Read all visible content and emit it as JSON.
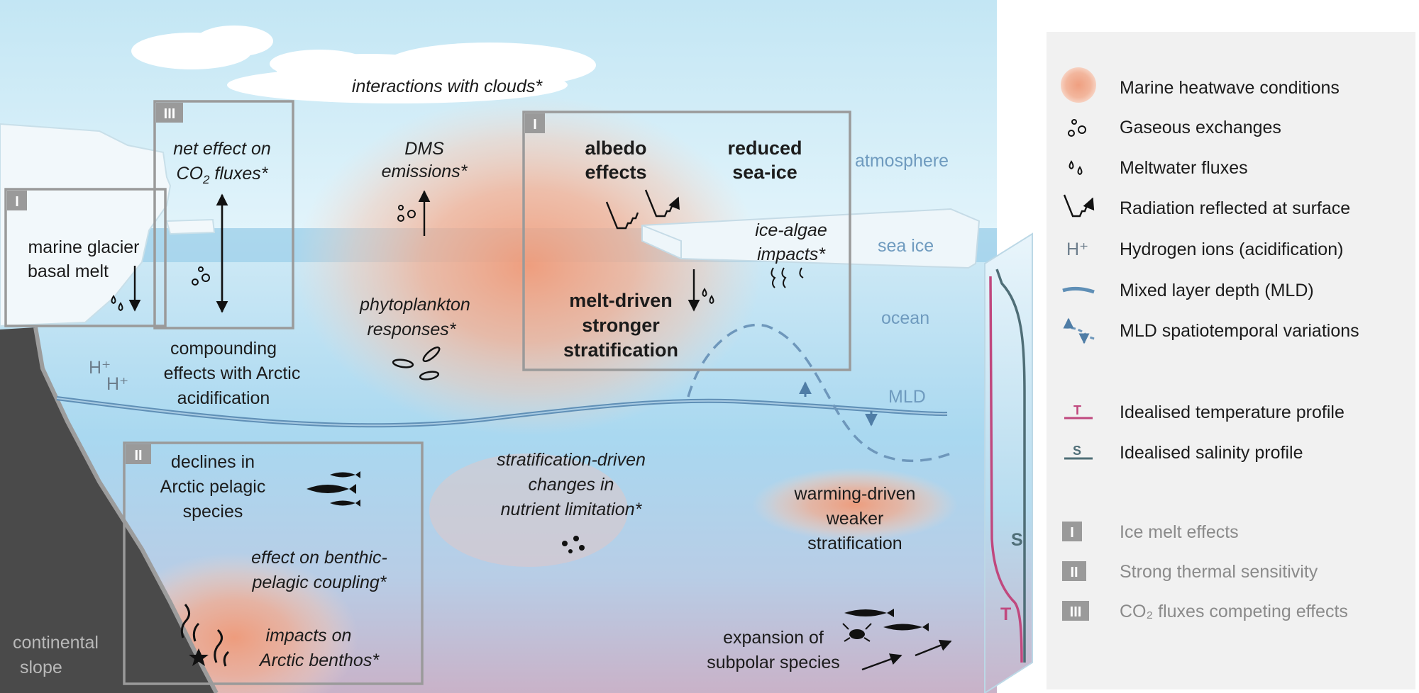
{
  "zones": {
    "atmosphere": "atmosphere",
    "sea_ice": "sea ice",
    "ocean": "ocean",
    "mld": "MLD",
    "continental_slope_1": "continental",
    "continental_slope_2": "slope"
  },
  "annotations": {
    "clouds": "interactions with clouds*",
    "co2_line1": "net effect on",
    "co2_line2_prefix": "CO",
    "co2_line2_sub": "2",
    "co2_line2_suffix": " fluxes*",
    "dms_line1": "DMS",
    "dms_line2": "emissions*",
    "albedo_line1": "albedo",
    "albedo_line2": "effects",
    "reduced_line1": "reduced",
    "reduced_line2": "sea-ice",
    "ice_algae_line1": "ice-algae",
    "ice_algae_line2": "impacts*",
    "glacier_line1": "marine glacier",
    "glacier_line2": "basal melt",
    "compounding_line1": "compounding",
    "compounding_line2": "effects with Arctic",
    "compounding_line3": "acidification",
    "phyto_line1": "phytoplankton",
    "phyto_line2": "responses*",
    "melt_line1": "melt-driven",
    "melt_line2": "stronger",
    "melt_line3": "stratification",
    "hplus_1": "H⁺",
    "hplus_2": "H⁺",
    "declines_line1": "declines in",
    "declines_line2": "Arctic pelagic",
    "declines_line3": "species",
    "benthic_line1": "effect on benthic-",
    "benthic_line2": "pelagic coupling*",
    "benthos_line1": "impacts on",
    "benthos_line2": "Arctic benthos*",
    "nutrient_line1": "stratification-driven",
    "nutrient_line2": "changes in",
    "nutrient_line3": "nutrient limitation*",
    "warming_line1": "warming-driven",
    "warming_line2": "weaker",
    "warming_line3": "stratification",
    "subpolar_line1": "expansion of",
    "subpolar_line2": "subpolar species"
  },
  "profiles": {
    "salinity_label": "S",
    "temperature_label": "T"
  },
  "badges": {
    "I": "I",
    "II": "II",
    "III": "III"
  },
  "legend": {
    "items": [
      {
        "icon": "heatwave-icon",
        "label": "Marine heatwave conditions"
      },
      {
        "icon": "bubbles-icon",
        "label": "Gaseous exchanges"
      },
      {
        "icon": "droplets-icon",
        "label": "Meltwater fluxes"
      },
      {
        "icon": "reflection-icon",
        "label": "Radiation reflected at surface"
      },
      {
        "icon": "hydrogen-icon",
        "label": "Hydrogen ions (acidification)",
        "symbol": "H⁺"
      },
      {
        "icon": "mld-line-icon",
        "label": "Mixed layer depth (MLD)"
      },
      {
        "icon": "mld-variation-icon",
        "label": "MLD spatiotemporal variations"
      },
      {
        "icon": "temperature-profile-icon",
        "label": "Idealised temperature profile",
        "symbol": "T"
      },
      {
        "icon": "salinity-profile-icon",
        "label": "Idealised salinity profile",
        "symbol": "S"
      },
      {
        "icon": "badge-I-icon",
        "label": "Ice melt effects",
        "symbol": "I"
      },
      {
        "icon": "badge-II-icon",
        "label": "Strong thermal sensitivity",
        "symbol": "II"
      },
      {
        "icon": "badge-III-icon",
        "label": "CO₂ fluxes competing effects",
        "symbol": "III"
      }
    ]
  },
  "colors": {
    "sky": "#d4eef8",
    "ocean_top": "#cfe9f6",
    "ocean_bottom": "#c8b7cc",
    "heatwave": "#f0a98a",
    "mld_line": "#5f8fb6",
    "badge": "#9a9a9a",
    "legend_bg": "#f1f1f1",
    "temperature": "#c0487e",
    "salinity": "#4f6e77",
    "slope": "#4a4a4a"
  }
}
